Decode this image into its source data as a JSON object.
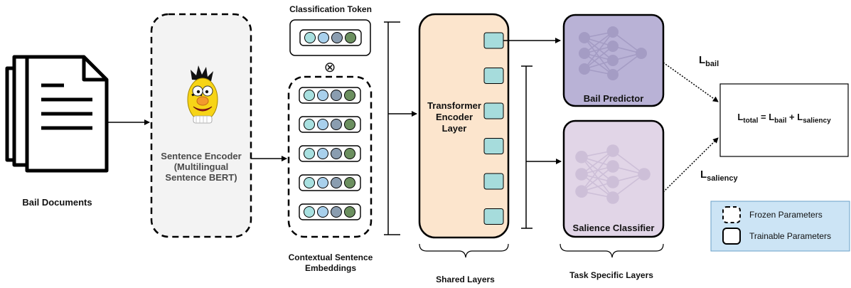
{
  "bail_documents": {
    "label": "Bail Documents"
  },
  "sentence_encoder": {
    "line1": "Sentence Encoder",
    "line2": "(Multilingual",
    "line3": "Sentence BERT)"
  },
  "classification_token": {
    "label": "Classification Token"
  },
  "operator": {
    "symbol": "⊗"
  },
  "contextual_embeddings": {
    "line1": "Contextual Sentence",
    "line2": "Embeddings",
    "rows": 5
  },
  "transformer": {
    "line1": "Transformer",
    "line2": "Encoder",
    "line3": "Layer",
    "outputs": 6
  },
  "shared_layers": {
    "label": "Shared Layers"
  },
  "bail_predictor": {
    "label": "Bail Predictor"
  },
  "salience_classifier": {
    "label": "Salience Classifier"
  },
  "task_specific_layers": {
    "label": "Task Specific Layers"
  },
  "loss": {
    "bail_main": "L",
    "bail_sub": "bail",
    "saliency_main": "L",
    "saliency_sub": "saliency",
    "total_main": "L",
    "total_sub": "total",
    "eq": " = ",
    "term1_main": "L",
    "term1_sub": "bail",
    "plus": " + ",
    "term2_main": "L",
    "term2_sub": "saliency"
  },
  "legend": {
    "frozen": "Frozen Parameters",
    "trainable": "Trainable Parameters"
  },
  "colors": {
    "encoder_fill": "#f3f3f3",
    "transformer_fill": "#fce5cd",
    "transformer_stroke": "#000000",
    "output_fill": "#a6dcdc",
    "predictor_fill": "#b9b2d6",
    "salience_fill": "#e1d5e7",
    "legend_fill": "#cce4f5",
    "vec1": "#a8e0e0",
    "vec2": "#a8d0ec",
    "vec3": "#8a9db0",
    "vec4": "#6b8f5f"
  }
}
